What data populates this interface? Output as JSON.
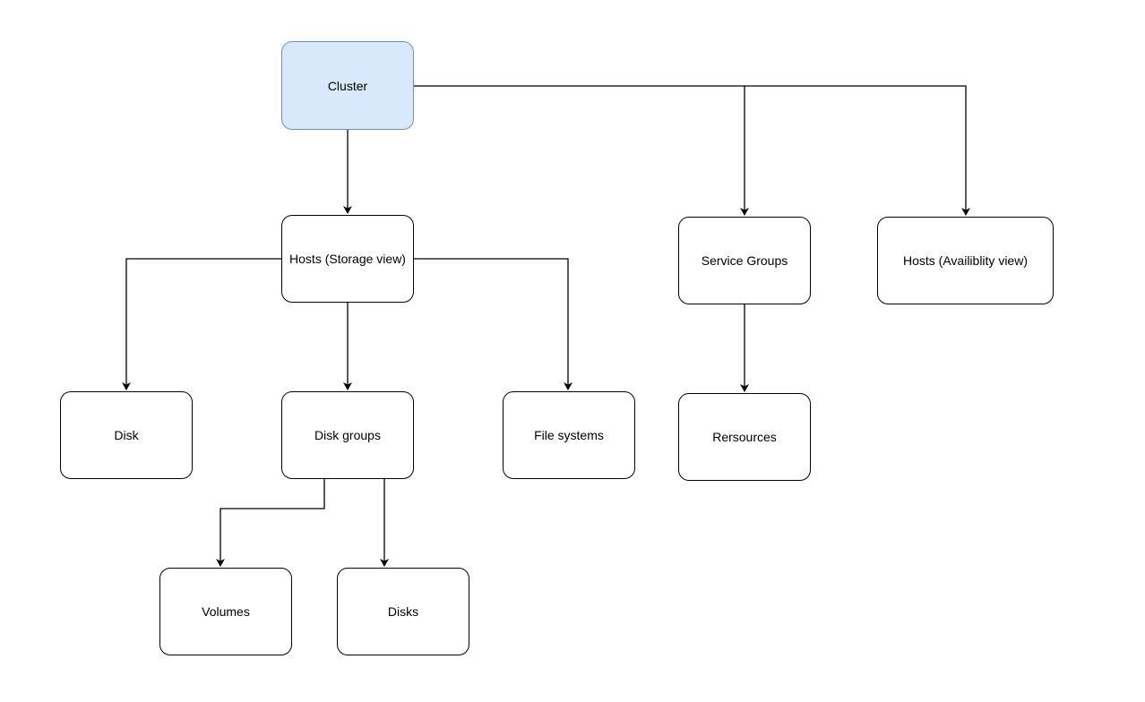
{
  "diagram": {
    "nodes": {
      "cluster": "Cluster",
      "hosts_storage": "Hosts (Storage view)",
      "service_groups": "Service Groups",
      "hosts_availability": "Hosts (Availiblity view)",
      "disk": "Disk",
      "disk_groups": "Disk groups",
      "file_systems": "File systems",
      "resources": "Rersources",
      "volumes": "Volumes",
      "disks": "Disks"
    },
    "colors": {
      "root_fill": "#dae8fc",
      "root_stroke": "#6c8ebf",
      "node_fill": "#ffffff",
      "stroke": "#000000"
    },
    "edges": [
      {
        "from": "cluster",
        "to": "hosts_storage"
      },
      {
        "from": "cluster",
        "to": "service_groups"
      },
      {
        "from": "cluster",
        "to": "hosts_availability"
      },
      {
        "from": "hosts_storage",
        "to": "disk"
      },
      {
        "from": "hosts_storage",
        "to": "disk_groups"
      },
      {
        "from": "hosts_storage",
        "to": "file_systems"
      },
      {
        "from": "service_groups",
        "to": "resources"
      },
      {
        "from": "disk_groups",
        "to": "volumes"
      },
      {
        "from": "disk_groups",
        "to": "disks"
      }
    ]
  }
}
